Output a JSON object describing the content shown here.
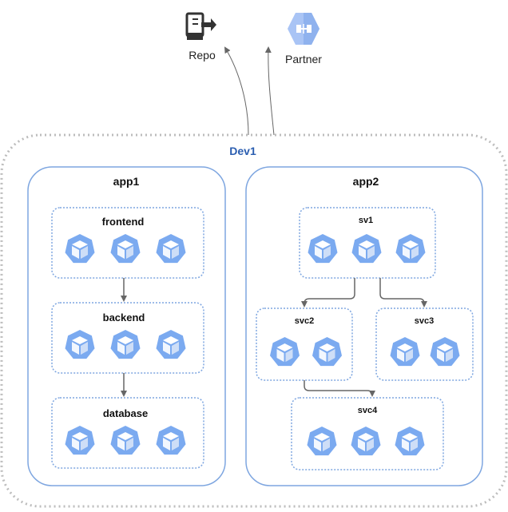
{
  "external": {
    "repo_label": "Repo",
    "partner_label": "Partner"
  },
  "cluster": {
    "title": "Dev1"
  },
  "app1": {
    "title": "app1",
    "services": [
      {
        "name": "frontend",
        "pods": 3
      },
      {
        "name": "backend",
        "pods": 3
      },
      {
        "name": "database",
        "pods": 3
      }
    ]
  },
  "app2": {
    "title": "app2",
    "services": [
      {
        "name": "sv1",
        "pods": 3
      },
      {
        "name": "svc2",
        "pods": 2
      },
      {
        "name": "svc3",
        "pods": 2
      },
      {
        "name": "svc4",
        "pods": 3
      }
    ]
  },
  "connections": [
    {
      "from": "frontend",
      "to": "backend"
    },
    {
      "from": "backend",
      "to": "database"
    },
    {
      "from": "sv1",
      "to": "svc2"
    },
    {
      "from": "sv1",
      "to": "svc3"
    },
    {
      "from": "svc2",
      "to": "svc4"
    },
    {
      "from": "Dev1",
      "to": "Repo"
    },
    {
      "from": "Dev1",
      "to": "Partner"
    }
  ],
  "colors": {
    "cluster_border": "#bdbdbd",
    "app_border": "#7ea6e0",
    "service_border": "#7ea6e0",
    "pod_fill": "#7baaf0",
    "pod_dark": "#4f86e0",
    "arrow": "#666666",
    "partner_fill": "#a9c4f5",
    "repo_icon": "#333333",
    "cluster_title": "#2a5db0"
  },
  "icons": {
    "repo": "repo-export-icon",
    "partner": "partner-api-icon",
    "pod": "kubernetes-pod-icon"
  }
}
